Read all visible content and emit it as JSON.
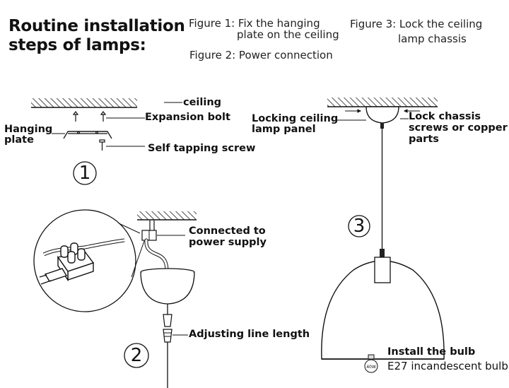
{
  "title": {
    "line1": "Routine installation",
    "line2": "steps of lamps:"
  },
  "figures": {
    "fig1": {
      "line1": "Figure 1: Fix the hanging",
      "line2": "plate on the ceiling"
    },
    "fig2": {
      "line1": "Figure 2: Power connection"
    },
    "fig3": {
      "line1": "Figure 3: Lock the ceiling",
      "line2": "lamp chassis"
    }
  },
  "step1": {
    "number": "1",
    "ceiling": "ceiling",
    "expansion_bolt": "Expansion bolt",
    "hanging_plate": {
      "line1": "Hanging",
      "line2": "plate"
    },
    "self_tapping_screw": "Self tapping screw"
  },
  "step2": {
    "number": "2",
    "power_supply": {
      "line1": "Connected to",
      "line2": "power supply"
    },
    "adjusting": "Adjusting line length"
  },
  "step3": {
    "number": "3",
    "locking_panel": {
      "line1": "Locking ceiling",
      "line2": "lamp panel"
    },
    "lock_chassis": {
      "line1": "Lock chassis",
      "line2": "screws or copper",
      "line3": "parts"
    },
    "install_bulb": "Install the bulb",
    "bulb_type": "E27 incandescent bulb",
    "bulb_mark": "40W"
  }
}
